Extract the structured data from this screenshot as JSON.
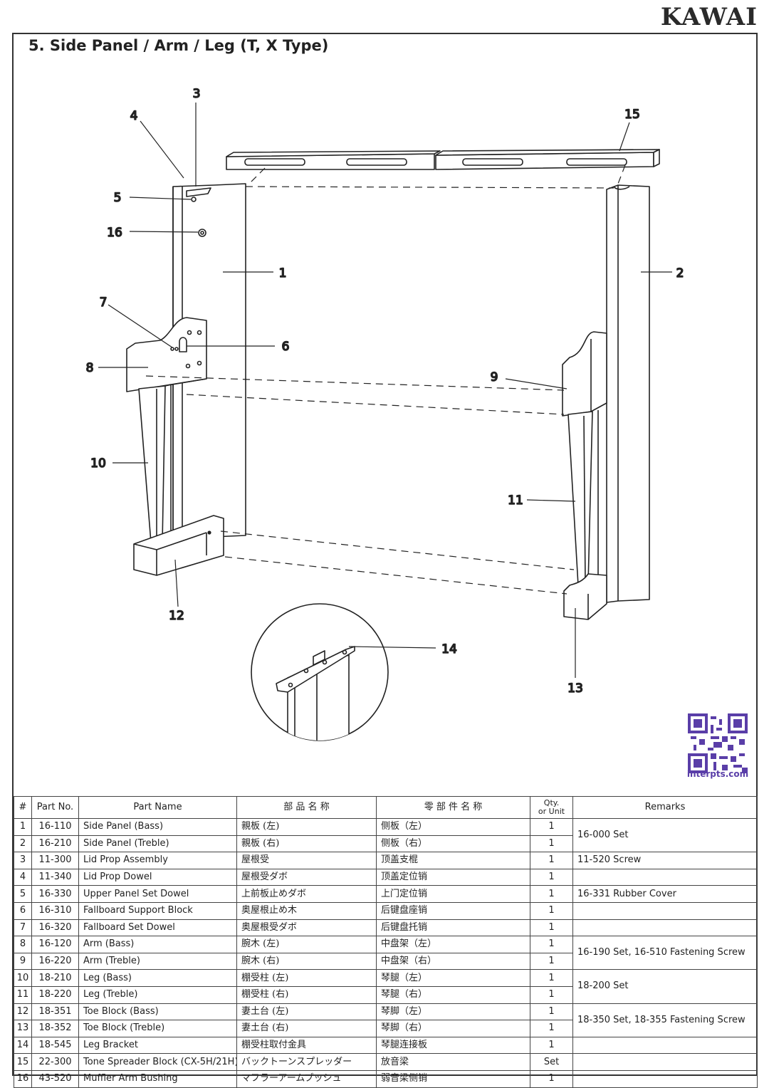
{
  "brand": "KAWAI",
  "title": "5. Side Panel / Arm / Leg (T, X Type)",
  "qr_caption": "interpts.com",
  "callouts": [
    "1",
    "2",
    "3",
    "4",
    "5",
    "6",
    "7",
    "8",
    "9",
    "10",
    "11",
    "12",
    "13",
    "14",
    "15",
    "16"
  ],
  "table": {
    "headers": {
      "num": "#",
      "part_no": "Part No.",
      "part_name": "Part Name",
      "ja": "部 品 名 称",
      "zh": "零 部 件 名 称",
      "qty_line1": "Qty.",
      "qty_line2": "or Unit",
      "remarks": "Remarks"
    },
    "rows": [
      {
        "num": "1",
        "part_no": "16-110",
        "name": "Side Panel (Bass)",
        "ja": "親板 (左)",
        "zh": "侧板（左）",
        "qty": "1"
      },
      {
        "num": "2",
        "part_no": "16-210",
        "name": "Side Panel (Treble)",
        "ja": "親板 (右)",
        "zh": "侧板（右）",
        "qty": "1"
      },
      {
        "num": "3",
        "part_no": "11-300",
        "name": "Lid Prop Assembly",
        "ja": "屋根受",
        "zh": "顶盖支棍",
        "qty": "1"
      },
      {
        "num": "4",
        "part_no": "11-340",
        "name": "Lid Prop Dowel",
        "ja": "屋根受ダボ",
        "zh": "顶盖定位销",
        "qty": "1"
      },
      {
        "num": "5",
        "part_no": "16-330",
        "name": "Upper Panel Set Dowel",
        "ja": "上前板止めダボ",
        "zh": "上门定位销",
        "qty": "1"
      },
      {
        "num": "6",
        "part_no": "16-310",
        "name": "Fallboard Support Block",
        "ja": "奥屋根止め木",
        "zh": "后键盘座销",
        "qty": "1"
      },
      {
        "num": "7",
        "part_no": "16-320",
        "name": "Fallboard Set Dowel",
        "ja": "奥屋根受ダボ",
        "zh": "后键盘托销",
        "qty": "1"
      },
      {
        "num": "8",
        "part_no": "16-120",
        "name": "Arm (Bass)",
        "ja": "腕木 (左)",
        "zh": "中盘架（左）",
        "qty": "1"
      },
      {
        "num": "9",
        "part_no": "16-220",
        "name": "Arm (Treble)",
        "ja": "腕木 (右)",
        "zh": "中盘架（右）",
        "qty": "1"
      },
      {
        "num": "10",
        "part_no": "18-210",
        "name": "Leg (Bass)",
        "ja": "棚受柱 (左)",
        "zh": "琴腿（左）",
        "qty": "1"
      },
      {
        "num": "11",
        "part_no": "18-220",
        "name": "Leg (Treble)",
        "ja": "棚受柱 (右)",
        "zh": "琴腿（右）",
        "qty": "1"
      },
      {
        "num": "12",
        "part_no": "18-351",
        "name": "Toe Block (Bass)",
        "ja": "妻土台 (左)",
        "zh": "琴脚（左）",
        "qty": "1"
      },
      {
        "num": "13",
        "part_no": "18-352",
        "name": "Toe Block (Treble)",
        "ja": "妻土台 (右)",
        "zh": "琴脚（右）",
        "qty": "1"
      },
      {
        "num": "14",
        "part_no": "18-545",
        "name": "Leg Bracket",
        "ja": "棚受柱取付金具",
        "zh": "琴腿连接板",
        "qty": "1"
      },
      {
        "num": "15",
        "part_no": "22-300",
        "name": "Tone Spreader Block (CX-5H/21H)",
        "ja": "バックトーンスプレッダー",
        "zh": "放音梁",
        "qty": "Set"
      },
      {
        "num": "16",
        "part_no": "43-520",
        "name": "Muffler Arm Bushing",
        "ja": "マフラーアームブッシュ",
        "zh": "弱音梁侧销",
        "qty": "1"
      }
    ],
    "remarks": [
      {
        "rows": 2,
        "text": "16-000 Set"
      },
      {
        "rows": 1,
        "text": "11-520 Screw"
      },
      {
        "rows": 1,
        "text": ""
      },
      {
        "rows": 1,
        "text": "16-331 Rubber Cover"
      },
      {
        "rows": 1,
        "text": ""
      },
      {
        "rows": 1,
        "text": ""
      },
      {
        "rows": 2,
        "text": "16-190 Set, 16-510 Fastening Screw"
      },
      {
        "rows": 2,
        "text": "18-200 Set"
      },
      {
        "rows": 2,
        "text": "18-350 Set, 18-355 Fastening Screw"
      },
      {
        "rows": 1,
        "text": ""
      },
      {
        "rows": 1,
        "text": ""
      },
      {
        "rows": 1,
        "text": ""
      }
    ]
  }
}
